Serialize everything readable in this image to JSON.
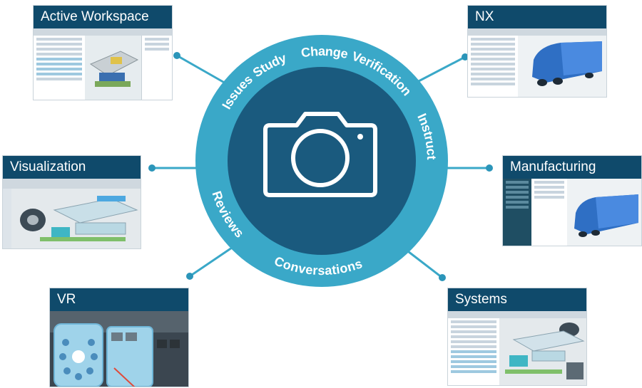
{
  "center": {
    "ring_labels": [
      "Change",
      "Verification",
      "Instructions",
      "Conversations",
      "Reviews",
      "Issues",
      "Study"
    ],
    "icon": "camera-icon"
  },
  "panels": [
    {
      "id": "active-workspace",
      "title": "Active Workspace"
    },
    {
      "id": "nx",
      "title": "NX"
    },
    {
      "id": "visualization",
      "title": "Visualization"
    },
    {
      "id": "manufacturing",
      "title": "Manufacturing"
    },
    {
      "id": "vr",
      "title": "VR"
    },
    {
      "id": "systems",
      "title": "Systems"
    }
  ],
  "colors": {
    "ring_outer": "#3aa8c8",
    "ring_inner": "#1a5a7e",
    "title_bar": "#0f4a6b",
    "connector": "#3aa8c8"
  }
}
